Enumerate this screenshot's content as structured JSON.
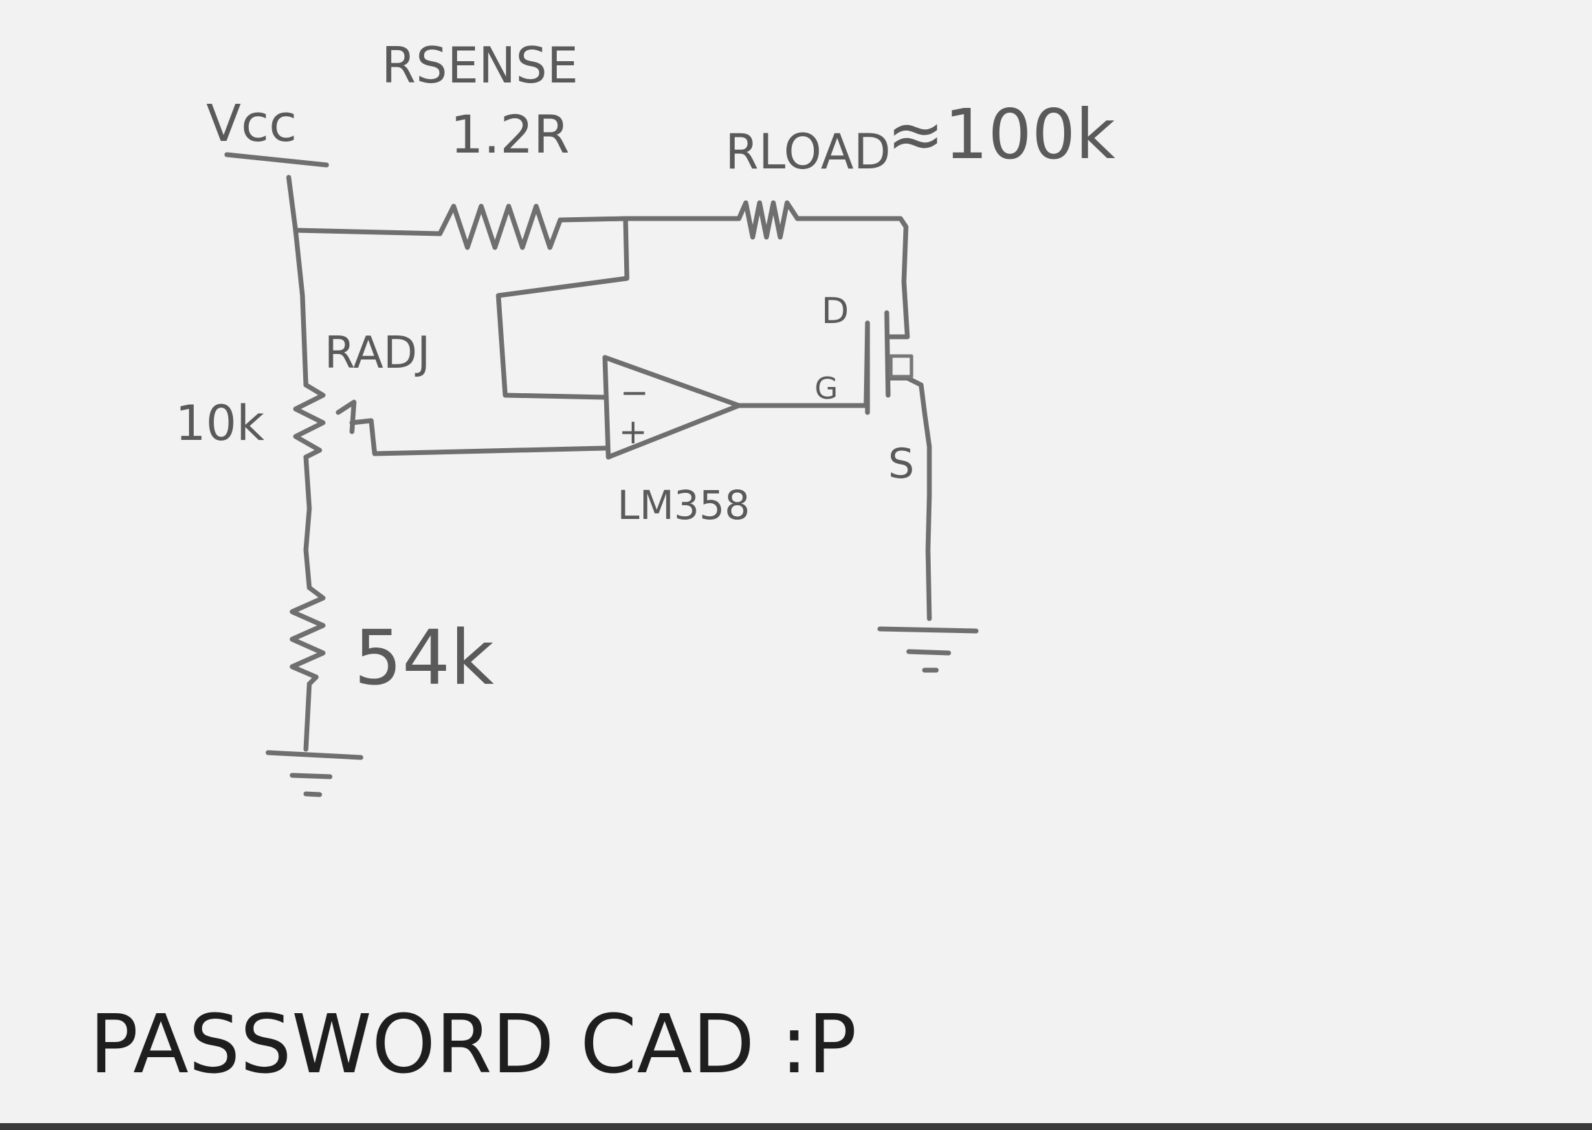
{
  "labels": {
    "vcc": "Vcc",
    "rsense_name": "RSENSE",
    "rsense_value": "1.2R",
    "rload_name": "RLOAD",
    "rload_value": "≈100k",
    "radj_name": "RADJ",
    "radj_value": "10k",
    "r54_value": "54k",
    "opamp_name": "LM358",
    "opamp_minus": "−",
    "opamp_plus": "+",
    "mosfet_drain": "D",
    "mosfet_gate": "G",
    "mosfet_source": "S",
    "footer": "PASSWORD CAD :P"
  },
  "ink_color": "#6f6f6f",
  "footer_color": "#1e1e1e",
  "paper_color": "#f2f2f2"
}
